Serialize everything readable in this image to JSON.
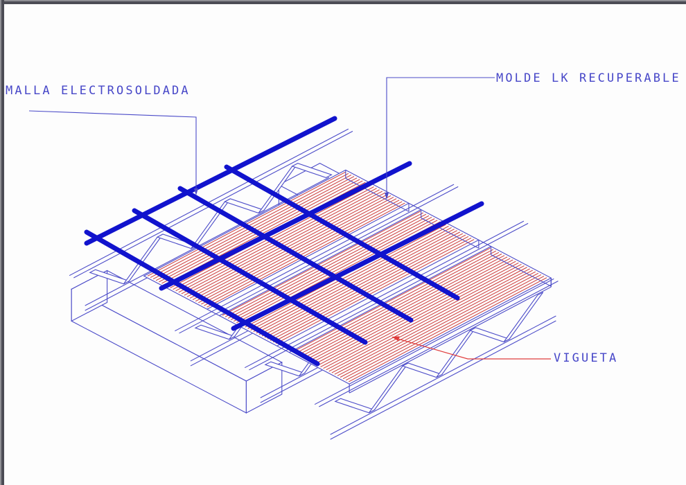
{
  "window": {
    "background": "#fdfdfd",
    "frame_outer": "#909095",
    "frame_inner": "#4c4c55"
  },
  "colors": {
    "outline_blue": "#4a4ac8",
    "mesh_blue": "#1113cd",
    "hatch_red": "#cc3838",
    "leader_red": "#e03c3c",
    "label_blue": "#4747c8",
    "fill_white": "#fdfdfd"
  },
  "labels": {
    "malla": {
      "text": "MALLA ELECTROSOLDADA"
    },
    "molde": {
      "text": "MOLDE LK RECUPERABLE"
    },
    "vigueta": {
      "text": "VIGUETA"
    }
  },
  "drawing": {
    "type": "isometric-construction-detail",
    "components": [
      {
        "id": "welded-mesh",
        "label": "MALLA ELECTROSOLDADA",
        "color_role": "mesh_blue"
      },
      {
        "id": "mold-deck",
        "label": "MOLDE LK RECUPERABLE",
        "color_role": "hatch_red"
      },
      {
        "id": "joist-truss",
        "label": "VIGUETA",
        "color_role": "outline_blue"
      }
    ]
  }
}
